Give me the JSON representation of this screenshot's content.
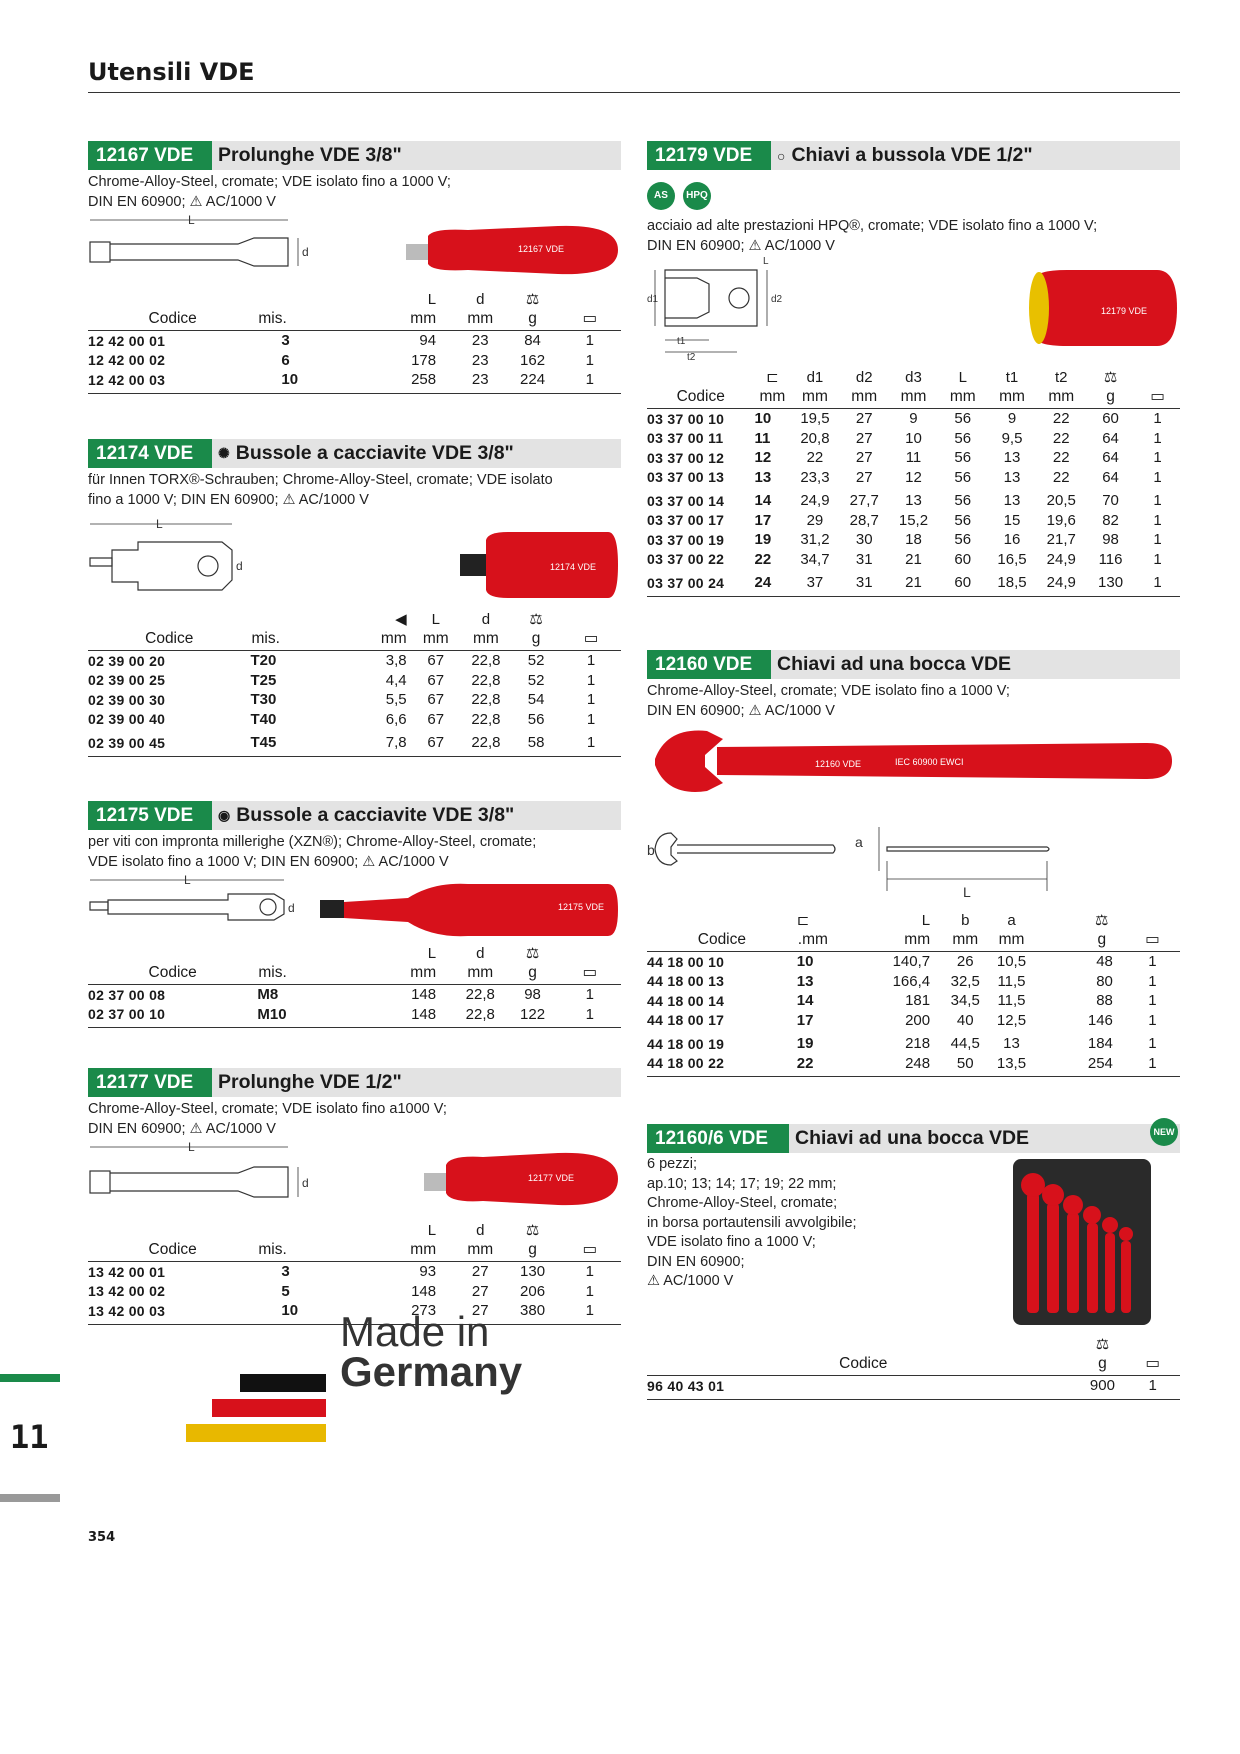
{
  "page_title": "Utensili VDE",
  "chapter_number": "11",
  "page_number": "354",
  "made_in": {
    "line1": "Made in",
    "line2": "Germany"
  },
  "colors": {
    "accent_green": "#1a8a4a",
    "header_gray": "#e3e3e3",
    "tool_red": "#d7111b"
  },
  "sections": {
    "s12167": {
      "code": "12167 VDE",
      "title": "Prolunghe VDE 3/8\"",
      "desc1": "Chrome-Alloy-Steel, cromate; VDE isolato fino a 1000 V;",
      "desc2": "DIN EN 60900; ⚠ AC/1000 V",
      "head1": [
        "",
        "",
        "L",
        "d",
        "⚖",
        ""
      ],
      "head2": [
        "Codice",
        "mis.",
        "mm",
        "mm",
        "g",
        "▭"
      ],
      "rows": [
        [
          "12 42 00 01",
          "3",
          "94",
          "23",
          "84",
          "1"
        ],
        [
          "12 42 00 02",
          "6",
          "178",
          "23",
          "162",
          "1"
        ],
        [
          "12 42 00 03",
          "10",
          "258",
          "23",
          "224",
          "1"
        ]
      ]
    },
    "s12174": {
      "code": "12174 VDE",
      "title": "Bussole a cacciavite VDE 3/8\"",
      "desc1": "für Innen TORX®-Schrauben; Chrome-Alloy-Steel, cromate; VDE isolato",
      "desc2": "fino a 1000 V; DIN EN 60900; ⚠ AC/1000 V",
      "head1": [
        "",
        "",
        "◀",
        "L",
        "d",
        "⚖",
        ""
      ],
      "head2": [
        "Codice",
        "mis.",
        "mm",
        "mm",
        "mm",
        "g",
        "▭"
      ],
      "rows": [
        [
          "02 39 00 20",
          "T20",
          "3,8",
          "67",
          "22,8",
          "52",
          "1"
        ],
        [
          "02 39 00 25",
          "T25",
          "4,4",
          "67",
          "22,8",
          "52",
          "1"
        ],
        [
          "02 39 00 30",
          "T30",
          "5,5",
          "67",
          "22,8",
          "54",
          "1"
        ],
        [
          "02 39 00 40",
          "T40",
          "6,6",
          "67",
          "22,8",
          "56",
          "1"
        ],
        [
          "02 39 00 45",
          "T45",
          "7,8",
          "67",
          "22,8",
          "58",
          "1"
        ]
      ]
    },
    "s12175": {
      "code": "12175 VDE",
      "title": "Bussole a cacciavite VDE 3/8\"",
      "desc1": "per viti con impronta millerighe (XZN®); Chrome-Alloy-Steel, cromate;",
      "desc2": "VDE isolato fino a 1000 V; DIN EN 60900; ⚠ AC/1000 V",
      "head1": [
        "",
        "",
        "L",
        "d",
        "⚖",
        ""
      ],
      "head2": [
        "Codice",
        "mis.",
        "mm",
        "mm",
        "g",
        "▭"
      ],
      "rows": [
        [
          "02 37 00 08",
          "M8",
          "148",
          "22,8",
          "98",
          "1"
        ],
        [
          "02 37 00 10",
          "M10",
          "148",
          "22,8",
          "122",
          "1"
        ]
      ]
    },
    "s12177": {
      "code": "12177 VDE",
      "title": "Prolunghe VDE 1/2\"",
      "desc1": "Chrome-Alloy-Steel, cromate; VDE isolato fino a1000 V;",
      "desc2": "DIN EN 60900; ⚠ AC/1000 V",
      "head1": [
        "",
        "",
        "L",
        "d",
        "⚖",
        ""
      ],
      "head2": [
        "Codice",
        "mis.",
        "mm",
        "mm",
        "g",
        "▭"
      ],
      "rows": [
        [
          "13 42 00 01",
          "3",
          "93",
          "27",
          "130",
          "1"
        ],
        [
          "13 42 00 02",
          "5",
          "148",
          "27",
          "206",
          "1"
        ],
        [
          "13 42 00 03",
          "10",
          "273",
          "27",
          "380",
          "1"
        ]
      ]
    },
    "s12179": {
      "code": "12179 VDE",
      "title": "Chiavi a bussola VDE 1/2\"",
      "badge1": "AS",
      "badge2": "HPQ",
      "desc1": "acciaio ad alte prestazioni HPQ®, cromate; VDE isolato fino a 1000 V;",
      "desc2": "DIN EN 60900; ⚠ AC/1000 V",
      "head1": [
        "",
        "⊏",
        "d1",
        "d2",
        "d3",
        "L",
        "t1",
        "t2",
        "⚖",
        ""
      ],
      "head2": [
        "Codice",
        "mm",
        "mm",
        "mm",
        "mm",
        "mm",
        "mm",
        "mm",
        "g",
        "▭"
      ],
      "rows": [
        [
          "03 37 00 10",
          "10",
          "19,5",
          "27",
          "9",
          "56",
          "9",
          "22",
          "60",
          "1"
        ],
        [
          "03 37 00 11",
          "11",
          "20,8",
          "27",
          "10",
          "56",
          "9,5",
          "22",
          "64",
          "1"
        ],
        [
          "03 37 00 12",
          "12",
          "22",
          "27",
          "11",
          "56",
          "13",
          "22",
          "64",
          "1"
        ],
        [
          "03 37 00 13",
          "13",
          "23,3",
          "27",
          "12",
          "56",
          "13",
          "22",
          "64",
          "1"
        ],
        [
          "03 37 00 14",
          "14",
          "24,9",
          "27,7",
          "13",
          "56",
          "13",
          "20,5",
          "70",
          "1"
        ],
        [
          "03 37 00 17",
          "17",
          "29",
          "28,7",
          "15,2",
          "56",
          "15",
          "19,6",
          "82",
          "1"
        ],
        [
          "03 37 00 19",
          "19",
          "31,2",
          "30",
          "18",
          "56",
          "16",
          "21,7",
          "98",
          "1"
        ],
        [
          "03 37 00 22",
          "22",
          "34,7",
          "31",
          "21",
          "60",
          "16,5",
          "24,9",
          "116",
          "1"
        ],
        [
          "03 37 00 24",
          "24",
          "37",
          "31",
          "21",
          "60",
          "18,5",
          "24,9",
          "130",
          "1"
        ]
      ]
    },
    "s12160": {
      "code": "12160 VDE",
      "title": "Chiavi ad una bocca VDE",
      "desc1": "Chrome-Alloy-Steel, cromate; VDE isolato fino a 1000 V;",
      "desc2": "DIN EN 60900; ⚠ AC/1000 V",
      "head1": [
        "",
        "⊏",
        "L",
        "b",
        "a",
        "",
        "⚖",
        ""
      ],
      "head2": [
        "Codice",
        ".mm",
        "mm",
        "mm",
        "mm",
        "",
        "g",
        "▭"
      ],
      "rows": [
        [
          "44 18 00 10",
          "10",
          "140,7",
          "26",
          "10,5",
          "",
          "48",
          "1"
        ],
        [
          "44 18 00 13",
          "13",
          "166,4",
          "32,5",
          "11,5",
          "",
          "80",
          "1"
        ],
        [
          "44 18 00 14",
          "14",
          "181",
          "34,5",
          "11,5",
          "",
          "88",
          "1"
        ],
        [
          "44 18 00 17",
          "17",
          "200",
          "40",
          "12,5",
          "",
          "146",
          "1"
        ],
        [
          "44 18 00 19",
          "19",
          "218",
          "44,5",
          "13",
          "",
          "184",
          "1"
        ],
        [
          "44 18 00 22",
          "22",
          "248",
          "50",
          "13,5",
          "",
          "254",
          "1"
        ]
      ]
    },
    "s12160_6": {
      "code": "12160/6 VDE",
      "title": "Chiavi ad una bocca VDE",
      "new_badge": "NEW",
      "desc_lines": [
        "6 pezzi;",
        "ap.10; 13; 14; 17; 19; 22 mm;",
        "Chrome-Alloy-Steel, cromate;",
        "in borsa portautensili avvolgibile;",
        "VDE isolato fino a 1000 V;",
        "DIN EN 60900;",
        "⚠ AC/1000 V"
      ],
      "head1": [
        "",
        "⚖",
        ""
      ],
      "head2": [
        "Codice",
        "g",
        "▭"
      ],
      "rows": [
        [
          "96 40 43 01",
          "900",
          "1"
        ]
      ]
    }
  }
}
